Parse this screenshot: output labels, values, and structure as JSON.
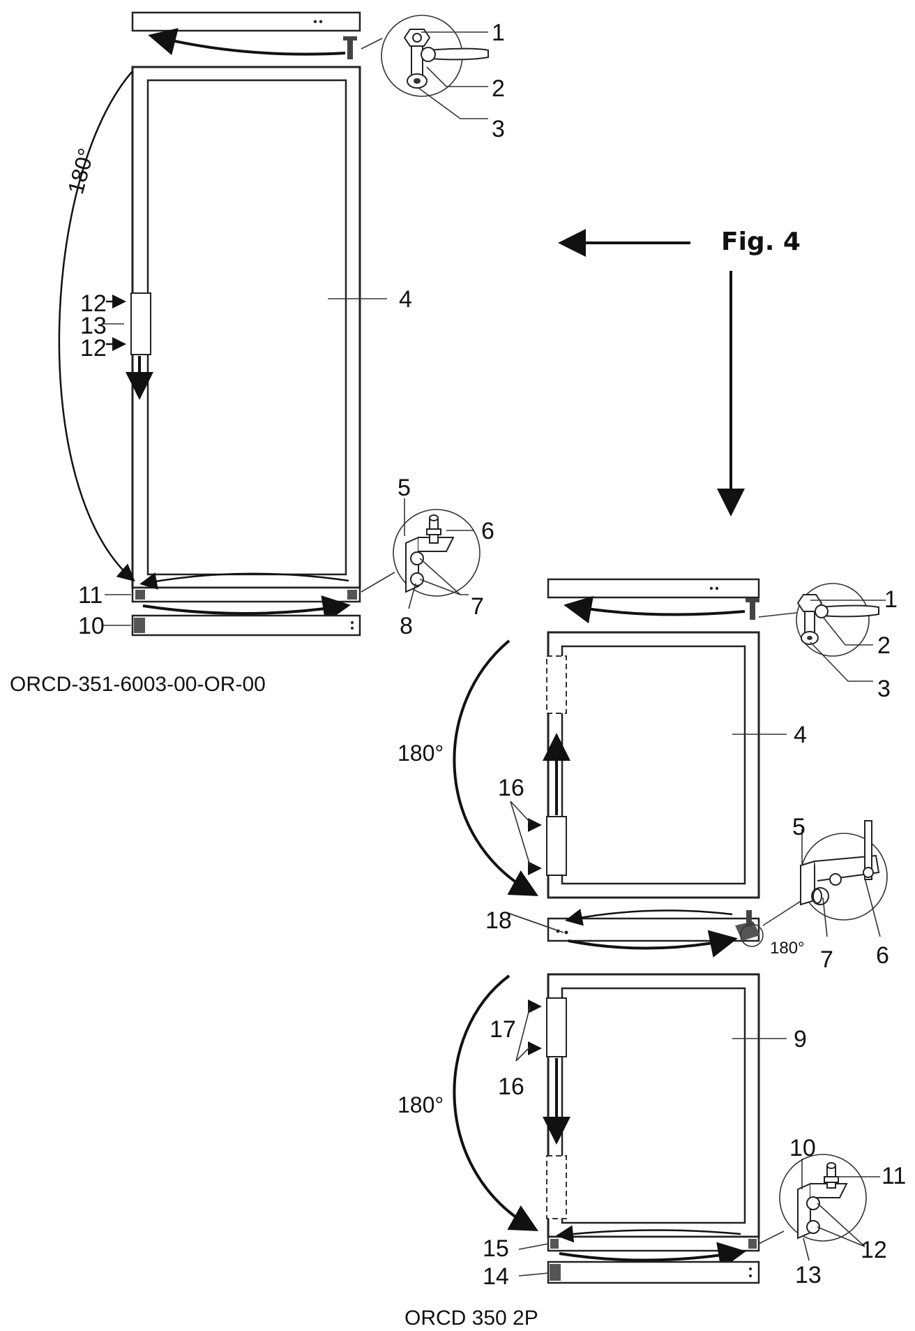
{
  "figure_label": "Fig. 4",
  "angle_label": "180°",
  "angle_label_small": "180°",
  "left_model": "ORCD-351-6003-00-OR-00",
  "right_model": "ORCD 350 2P",
  "callouts_left": {
    "c1": "1",
    "c2": "2",
    "c3": "3",
    "c4": "4",
    "c5": "5",
    "c6": "6",
    "c7": "7",
    "c8": "8",
    "c10": "10",
    "c11": "11",
    "c12a": "12",
    "c12b": "12",
    "c13": "13"
  },
  "callouts_right": {
    "c1": "1",
    "c2": "2",
    "c3": "3",
    "c4": "4",
    "c5": "5",
    "c6": "6",
    "c7": "7",
    "c9": "9",
    "c10": "10",
    "c11": "11",
    "c12": "12",
    "c13": "13",
    "c14": "14",
    "c15": "15",
    "c16a": "16",
    "c16b": "16",
    "c17": "17",
    "c18": "18"
  },
  "colors": {
    "ink": "#111111",
    "paper": "#ffffff"
  }
}
